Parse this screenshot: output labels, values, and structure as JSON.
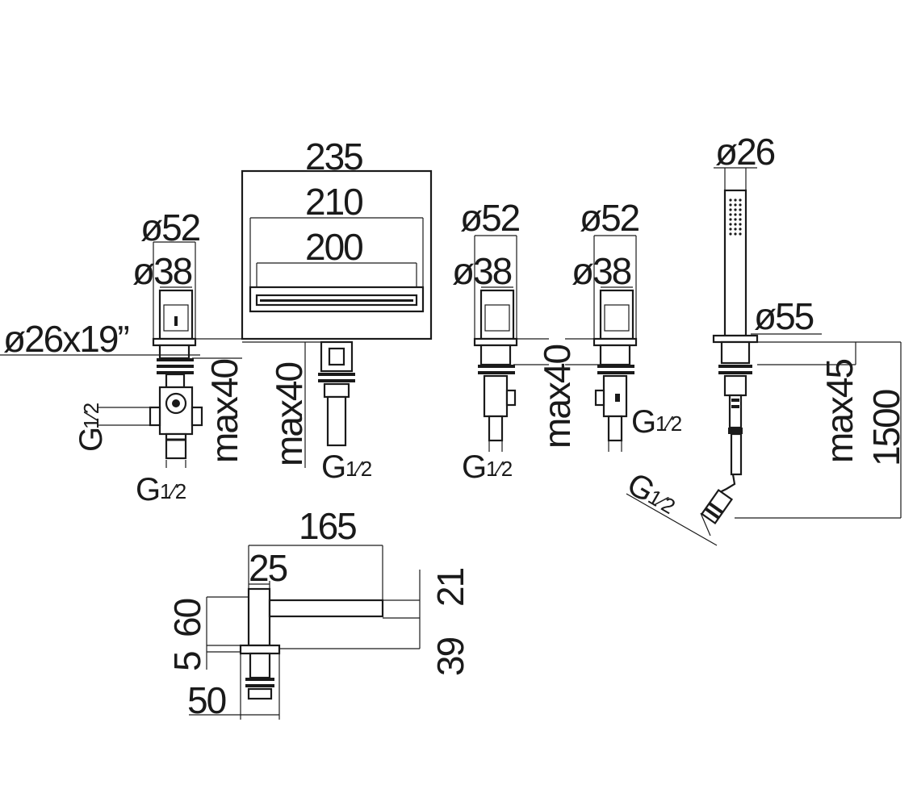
{
  "dimensions": {
    "spout_width_outer": "235",
    "spout_width_mid": "210",
    "spout_width_inner": "200",
    "valve1_outer_dia": "ø52",
    "valve1_inner_dia": "ø38",
    "valve1_rect": "ø26x19”",
    "valve1_height": "max40",
    "spout_height": "max40",
    "valve2_outer_dia": "ø52",
    "valve2_inner_dia": "ø38",
    "valve2_height": "max40",
    "valve3_outer_dia": "ø52",
    "valve3_inner_dia": "ø38",
    "hand_shower_dia": "ø26",
    "holder_dia": "ø55",
    "holder_height": "max45",
    "hose_length": "1500",
    "spout_len": "165",
    "spout_stem": "25",
    "spout_h60": "60",
    "spout_h5": "5",
    "spout_h21": "21",
    "spout_h39": "39",
    "spout_base": "50"
  },
  "threads": {
    "g": "G",
    "frac": "1⁄2"
  }
}
